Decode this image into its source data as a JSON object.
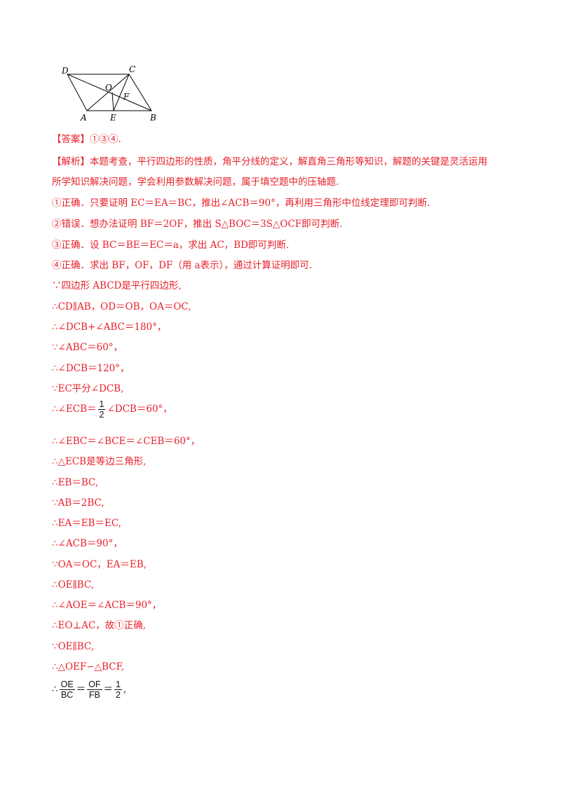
{
  "figure": {
    "labels": {
      "D": "D",
      "C": "C",
      "O": "O",
      "F": "F",
      "A": "A",
      "E": "E",
      "B": "B"
    }
  },
  "lines": {
    "answer": "【答案】①③④.",
    "analysis_1": "【解析】本题考查，平行四边形的性质，角平分线的定义，解直角三角形等知识，解题的关键是灵活运用",
    "analysis_2": "所学知识解决问题，学会利用参数解决问题，属于填空题中的压轴题.",
    "p1": "①正确．只要证明 EC＝EA＝BC，推出∠ACB＝90°，再利用三角形中位线定理即可判断.",
    "p2": "②错误．想办法证明 BF＝2OF，推出 S△BOC＝3S△OCF即可判断.",
    "p3": "③正确．设 BC＝BE＝EC＝a，求出 AC，BD即可判断.",
    "p4": "④正确．求出 BF，OF，DF（用 a表示），通过计算证明即可.",
    "s1": "∵四边形 ABCD是平行四边形,",
    "s2": "∴CD∥AB，OD＝OB，OA＝OC,",
    "s3": "∴∠DCB+∠ABC＝180°，",
    "s4": "∵∠ABC＝60°，",
    "s5": "∴∠DCB＝120°，",
    "s6": "∵EC平分∠DCB,",
    "s7_pre": "∴∠ECB＝",
    "s7_num": "1",
    "s7_den": "2",
    "s7_post": "∠DCB＝60°，",
    "s8": "∴∠EBC＝∠BCE＝∠CEB＝60°，",
    "s9": "∴△ECB是等边三角形,",
    "s10": "∴EB＝BC,",
    "s11": "∵AB＝2BC,",
    "s12": "∴EA＝EB＝EC,",
    "s13": "∴∠ACB＝90°，",
    "s14": "∵OA＝OC，EA＝EB,",
    "s15": "∴OE∥BC,",
    "s16": "∴∠AOE＝∠ACB＝90°，",
    "s17": "∴EO⊥AC，故①正确,",
    "s18": "∵OE∥BC,",
    "s19": "∴△OEF∽△BCF,",
    "s20_pre": "∴",
    "s20_f1_num": "OE",
    "s20_f1_den": "BC",
    "s20_eq1": "＝",
    "s20_f2_num": "OF",
    "s20_f2_den": "FB",
    "s20_eq2": "＝",
    "s20_f3_num": "1",
    "s20_f3_den": "2",
    "s20_post": ","
  },
  "colors": {
    "text_red": "#e8202a",
    "text_black": "#111111"
  }
}
